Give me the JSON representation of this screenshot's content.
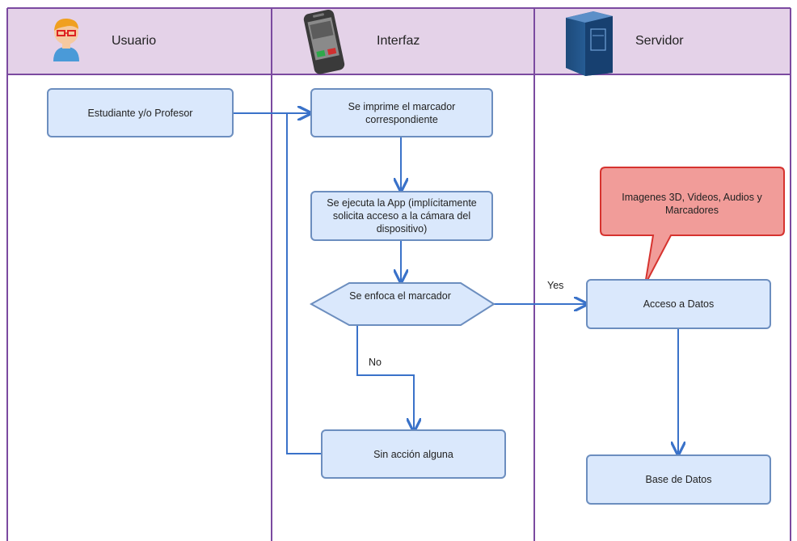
{
  "lanes": [
    {
      "title": "Usuario",
      "icon": "user-icon"
    },
    {
      "title": "Interfaz",
      "icon": "phone-icon"
    },
    {
      "title": "Servidor",
      "icon": "server-icon"
    }
  ],
  "nodes": {
    "estudiante": "Estudiante y/o Profesor",
    "imprime": "Se imprime el marcador correspondiente",
    "ejecuta": "Se ejecuta la App (implícitamente solicita acceso a la cámara del dispositivo)",
    "enfoca": "Se enfoca el marcador",
    "sin_accion": "Sin acción alguna",
    "acceso": "Acceso a Datos",
    "base": "Base de Datos",
    "callout": "Imagenes 3D, Videos, Audios y Marcadores"
  },
  "edge_labels": {
    "yes": "Yes",
    "no": "No"
  },
  "colors": {
    "lane_header": "#e4d2e8",
    "lane_border": "#7b4aa0",
    "node_fill": "#dae8fc",
    "node_stroke": "#6c8ebf",
    "edge": "#3a72c9",
    "callout_fill": "#f19c99",
    "callout_stroke": "#d6332f"
  }
}
